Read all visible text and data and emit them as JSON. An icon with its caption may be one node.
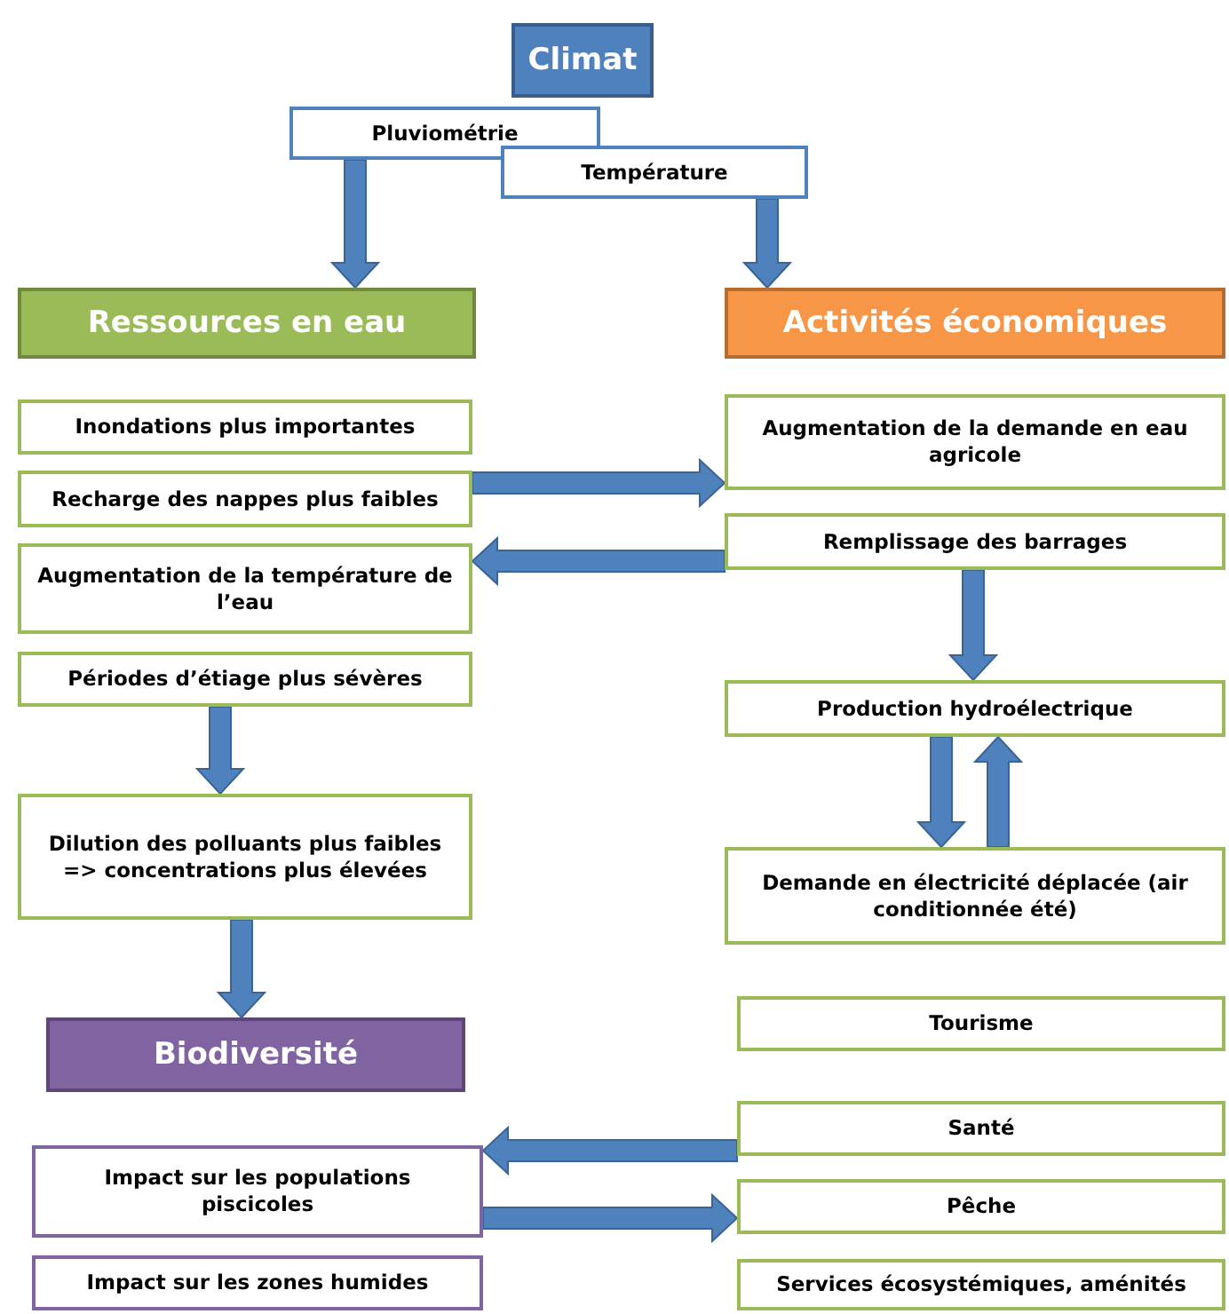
{
  "diagram": {
    "nodes": [
      {
        "text": [
          "Climat"
        ]
      },
      {
        "text": [
          "Pluviométrie"
        ]
      },
      {
        "text": [
          "Température"
        ]
      },
      {
        "text": [
          "Ressources en eau"
        ]
      },
      {
        "text": [
          "Inondations plus importantes"
        ]
      },
      {
        "text": [
          "Recharge des nappes plus faibles"
        ]
      },
      {
        "text": [
          "Augmentation de la température de l’eau"
        ]
      },
      {
        "text": [
          "Périodes d’étiage plus sévères"
        ]
      },
      {
        "text": [
          "Dilution des polluants plus faibles => concentrations plus élevées"
        ]
      },
      {
        "text": [
          "Biodiversité"
        ]
      },
      {
        "text": [
          "Impact sur les populations piscicoles"
        ]
      },
      {
        "text": [
          "Impact sur les zones humides"
        ]
      },
      {
        "text": [
          "Activités économiques"
        ]
      },
      {
        "text": [
          "Augmentation de la demande en eau agricole"
        ]
      },
      {
        "text": [
          "Remplissage des barrages"
        ]
      },
      {
        "text": [
          "Production hydroélectrique"
        ]
      },
      {
        "text": [
          "Demande en électricité déplacée (air conditionnée été)"
        ]
      },
      {
        "text": [
          "Tourisme"
        ]
      },
      {
        "text": [
          "Santé"
        ]
      },
      {
        "text": [
          "Pêche"
        ]
      },
      {
        "text": [
          "Services écosystémiques, aménités"
        ]
      }
    ],
    "edges": [
      {
        "from": 1,
        "to": 3,
        "arrow": "to"
      },
      {
        "from": 2,
        "to": 12,
        "arrow": "to"
      },
      {
        "from": 5,
        "to": 13,
        "arrow": "to"
      },
      {
        "from": 14,
        "to": 6,
        "arrow": "to"
      },
      {
        "from": 7,
        "to": 8,
        "arrow": "to"
      },
      {
        "from": 8,
        "to": 9,
        "arrow": "to"
      },
      {
        "from": 14,
        "to": 15,
        "arrow": "to"
      },
      {
        "from": 15,
        "to": 16,
        "arrow": "to"
      },
      {
        "from": 16,
        "to": 15,
        "arrow": "to"
      },
      {
        "from": 18,
        "to": 10,
        "arrow": "to"
      },
      {
        "from": 10,
        "to": 19,
        "arrow": "to"
      }
    ]
  }
}
